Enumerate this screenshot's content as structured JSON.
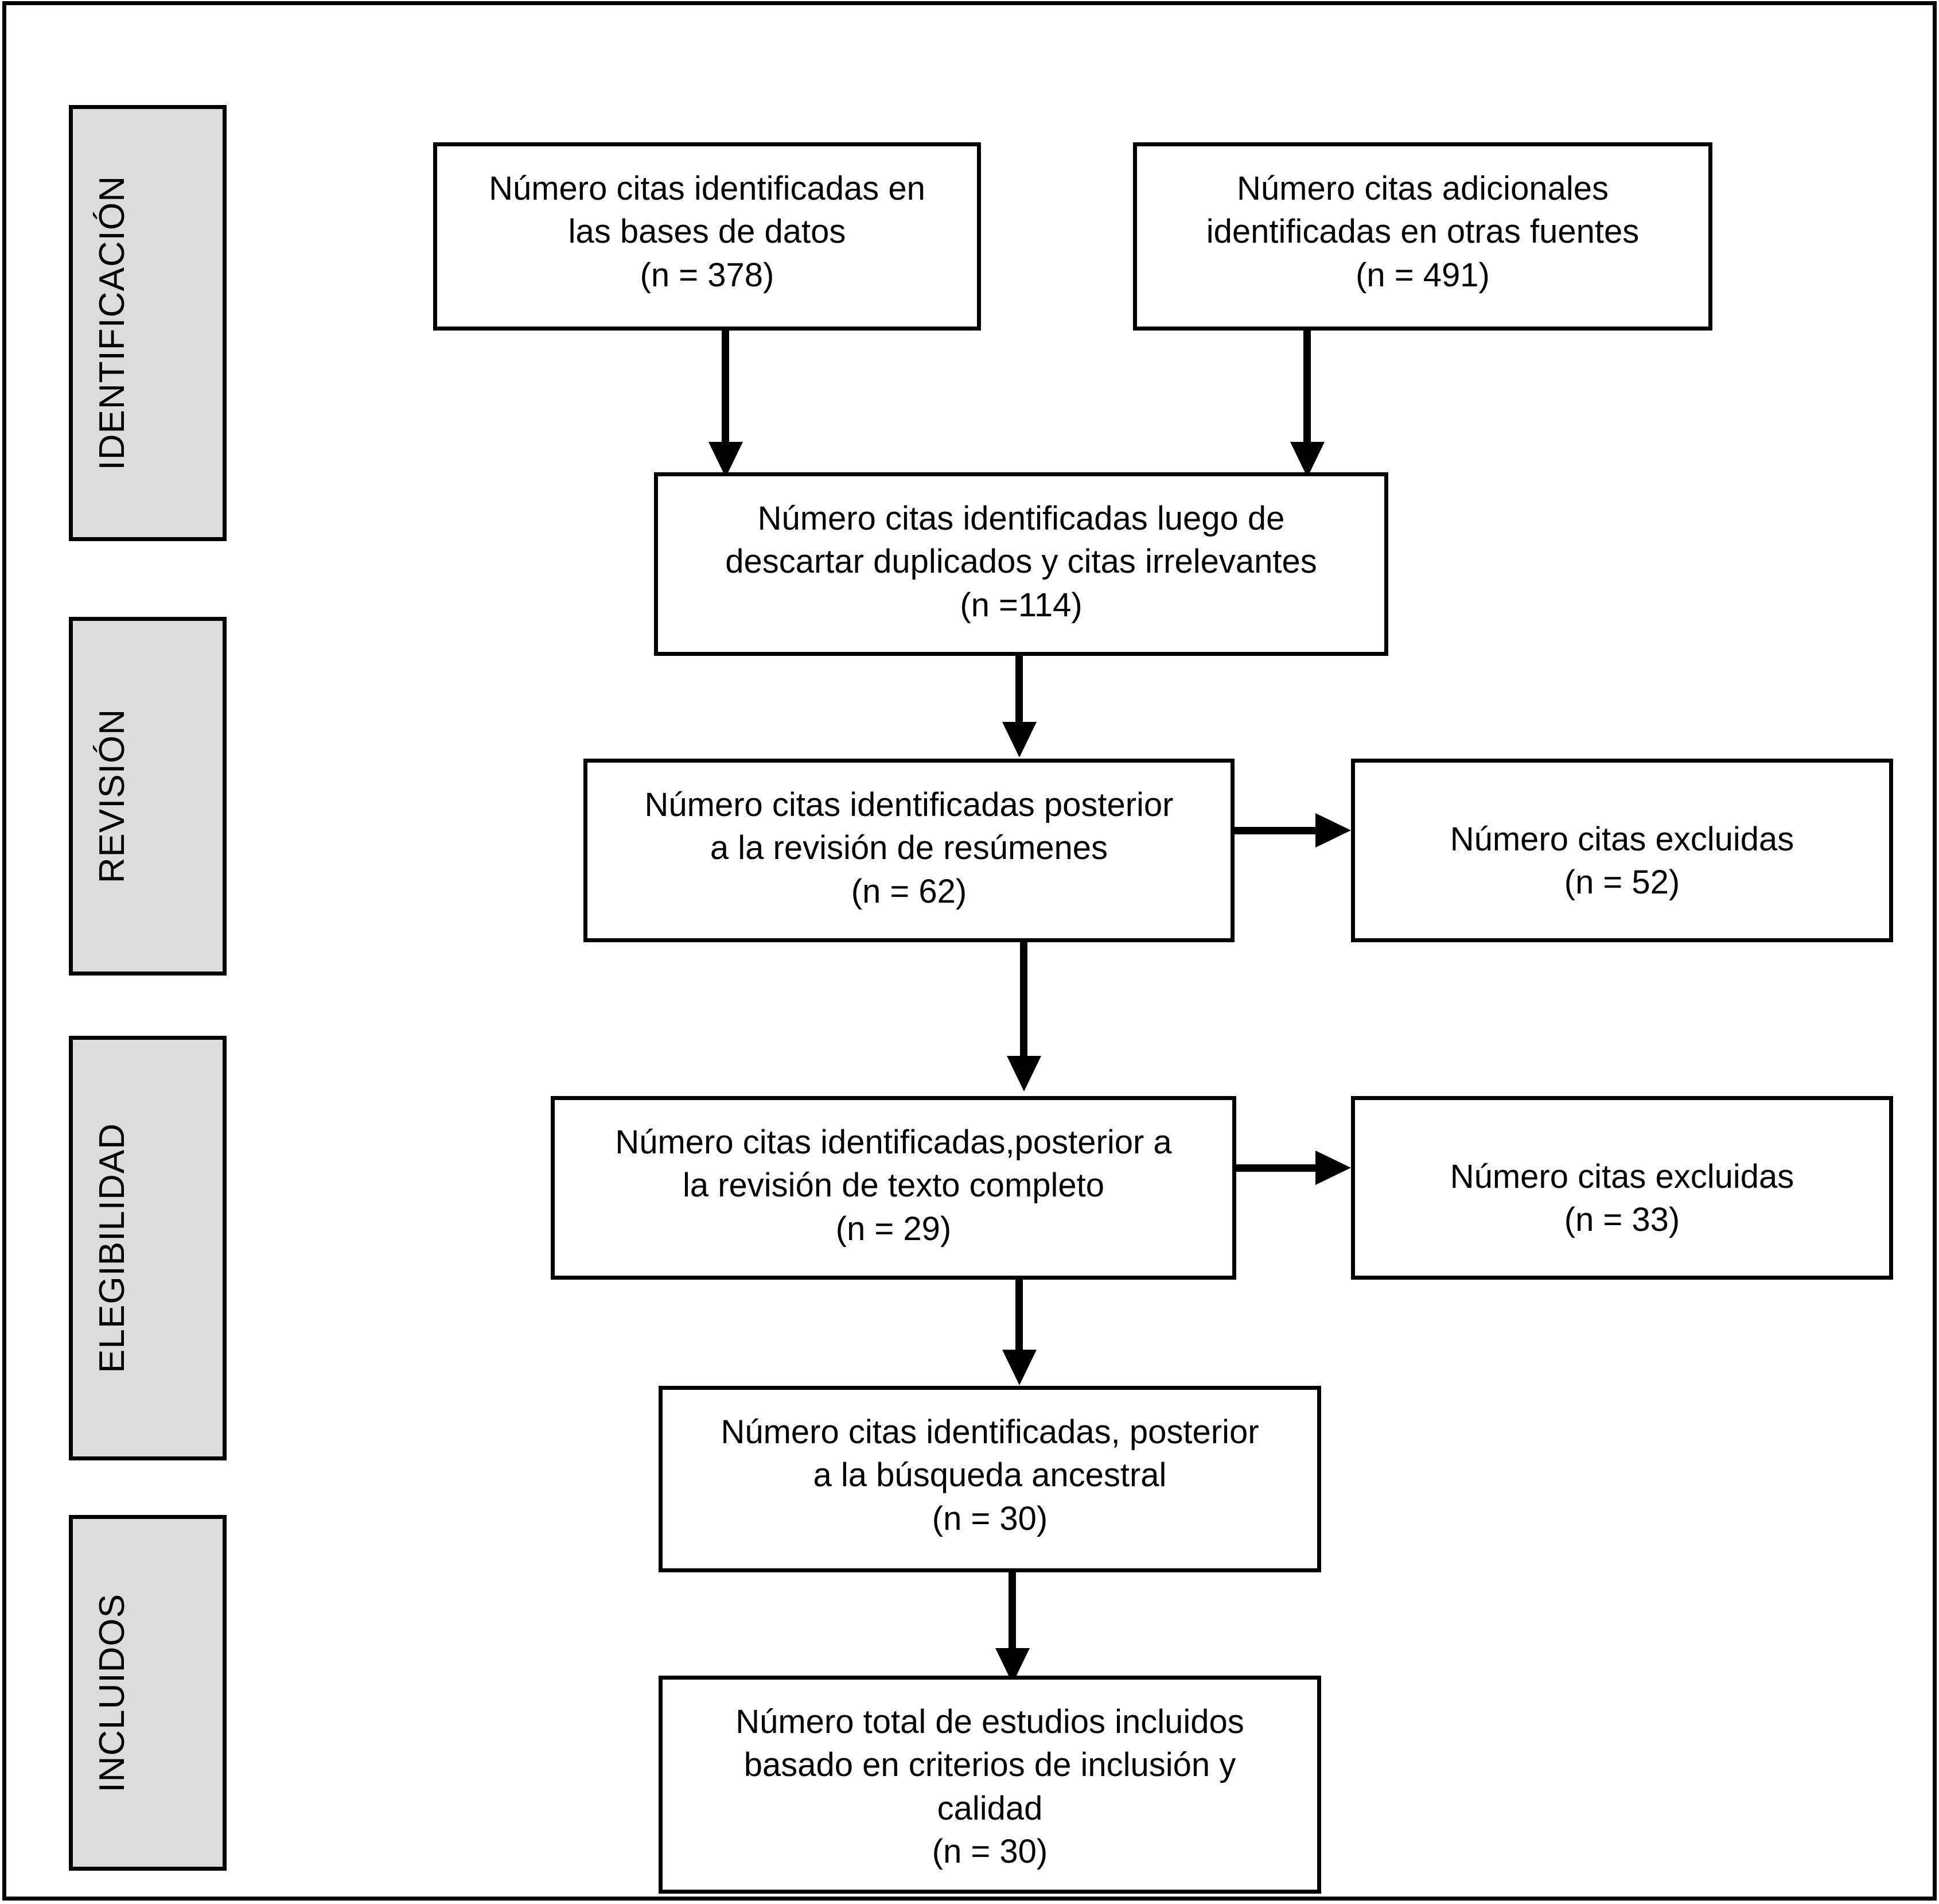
{
  "diagram": {
    "title": "PRISMA flow diagram (Spanish)",
    "stages": [
      {
        "key": "identificacion",
        "label": "IDENTIFICACIÓN"
      },
      {
        "key": "revision",
        "label": "REVISIÓN"
      },
      {
        "key": "elegibilidad",
        "label": "ELEGIBILIDAD"
      },
      {
        "key": "incluidos",
        "label": "INCLUIDOS"
      }
    ],
    "nodes": {
      "databases": {
        "lines": [
          "Número citas identificadas en",
          "las bases de datos",
          "(n = 378)"
        ],
        "n": 378
      },
      "other_sources": {
        "lines": [
          "Número citas adicionales",
          "identificadas en otras fuentes",
          "(n = 491)"
        ],
        "n": 491
      },
      "after_duplicates": {
        "lines": [
          "Número citas identificadas luego de",
          "descartar duplicados y citas irrelevantes",
          "(n =114)"
        ],
        "n": 114
      },
      "after_abstracts": {
        "lines": [
          "Número citas identificadas posterior",
          "a la revisión de resúmenes",
          "(n = 62)"
        ],
        "n": 62
      },
      "excluded_abstracts": {
        "lines": [
          "Número citas excluidas",
          "(n = 52)"
        ],
        "n": 52
      },
      "after_fulltext": {
        "lines": [
          "Número citas identificadas,posterior a",
          "la revisión de texto completo",
          "(n = 29)"
        ],
        "n": 29
      },
      "excluded_fulltext": {
        "lines": [
          "Número citas excluidas",
          "(n = 33)"
        ],
        "n": 33
      },
      "after_ancestral": {
        "lines": [
          "Número citas identificadas, posterior",
          "a la búsqueda ancestral",
          "(n = 30)"
        ],
        "n": 30
      },
      "included_total": {
        "lines": [
          "Número total de estudios incluidos",
          "basado en criterios de inclusión y",
          "calidad",
          "(n = 30)"
        ],
        "n": 30
      }
    },
    "colors": {
      "stage_fill": "#dcdcdc",
      "node_fill": "#ffffff",
      "stroke": "#000000"
    }
  }
}
